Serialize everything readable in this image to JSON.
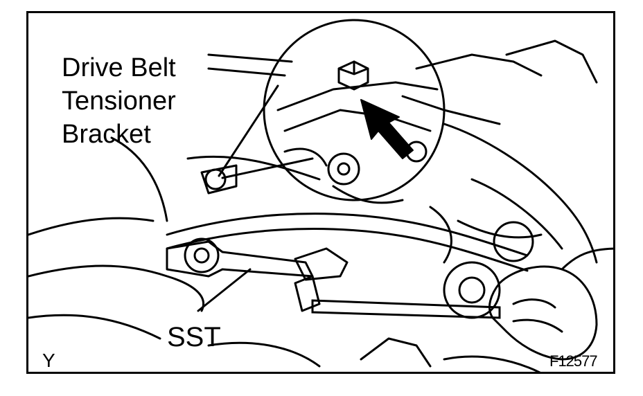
{
  "labels": {
    "line1": "Drive Belt",
    "line2": "Tensioner",
    "line3": "Bracket",
    "tool": "SST",
    "corner": "Y",
    "figure_id": "F12577"
  },
  "colors": {
    "ink": "#000000",
    "paper": "#ffffff"
  }
}
